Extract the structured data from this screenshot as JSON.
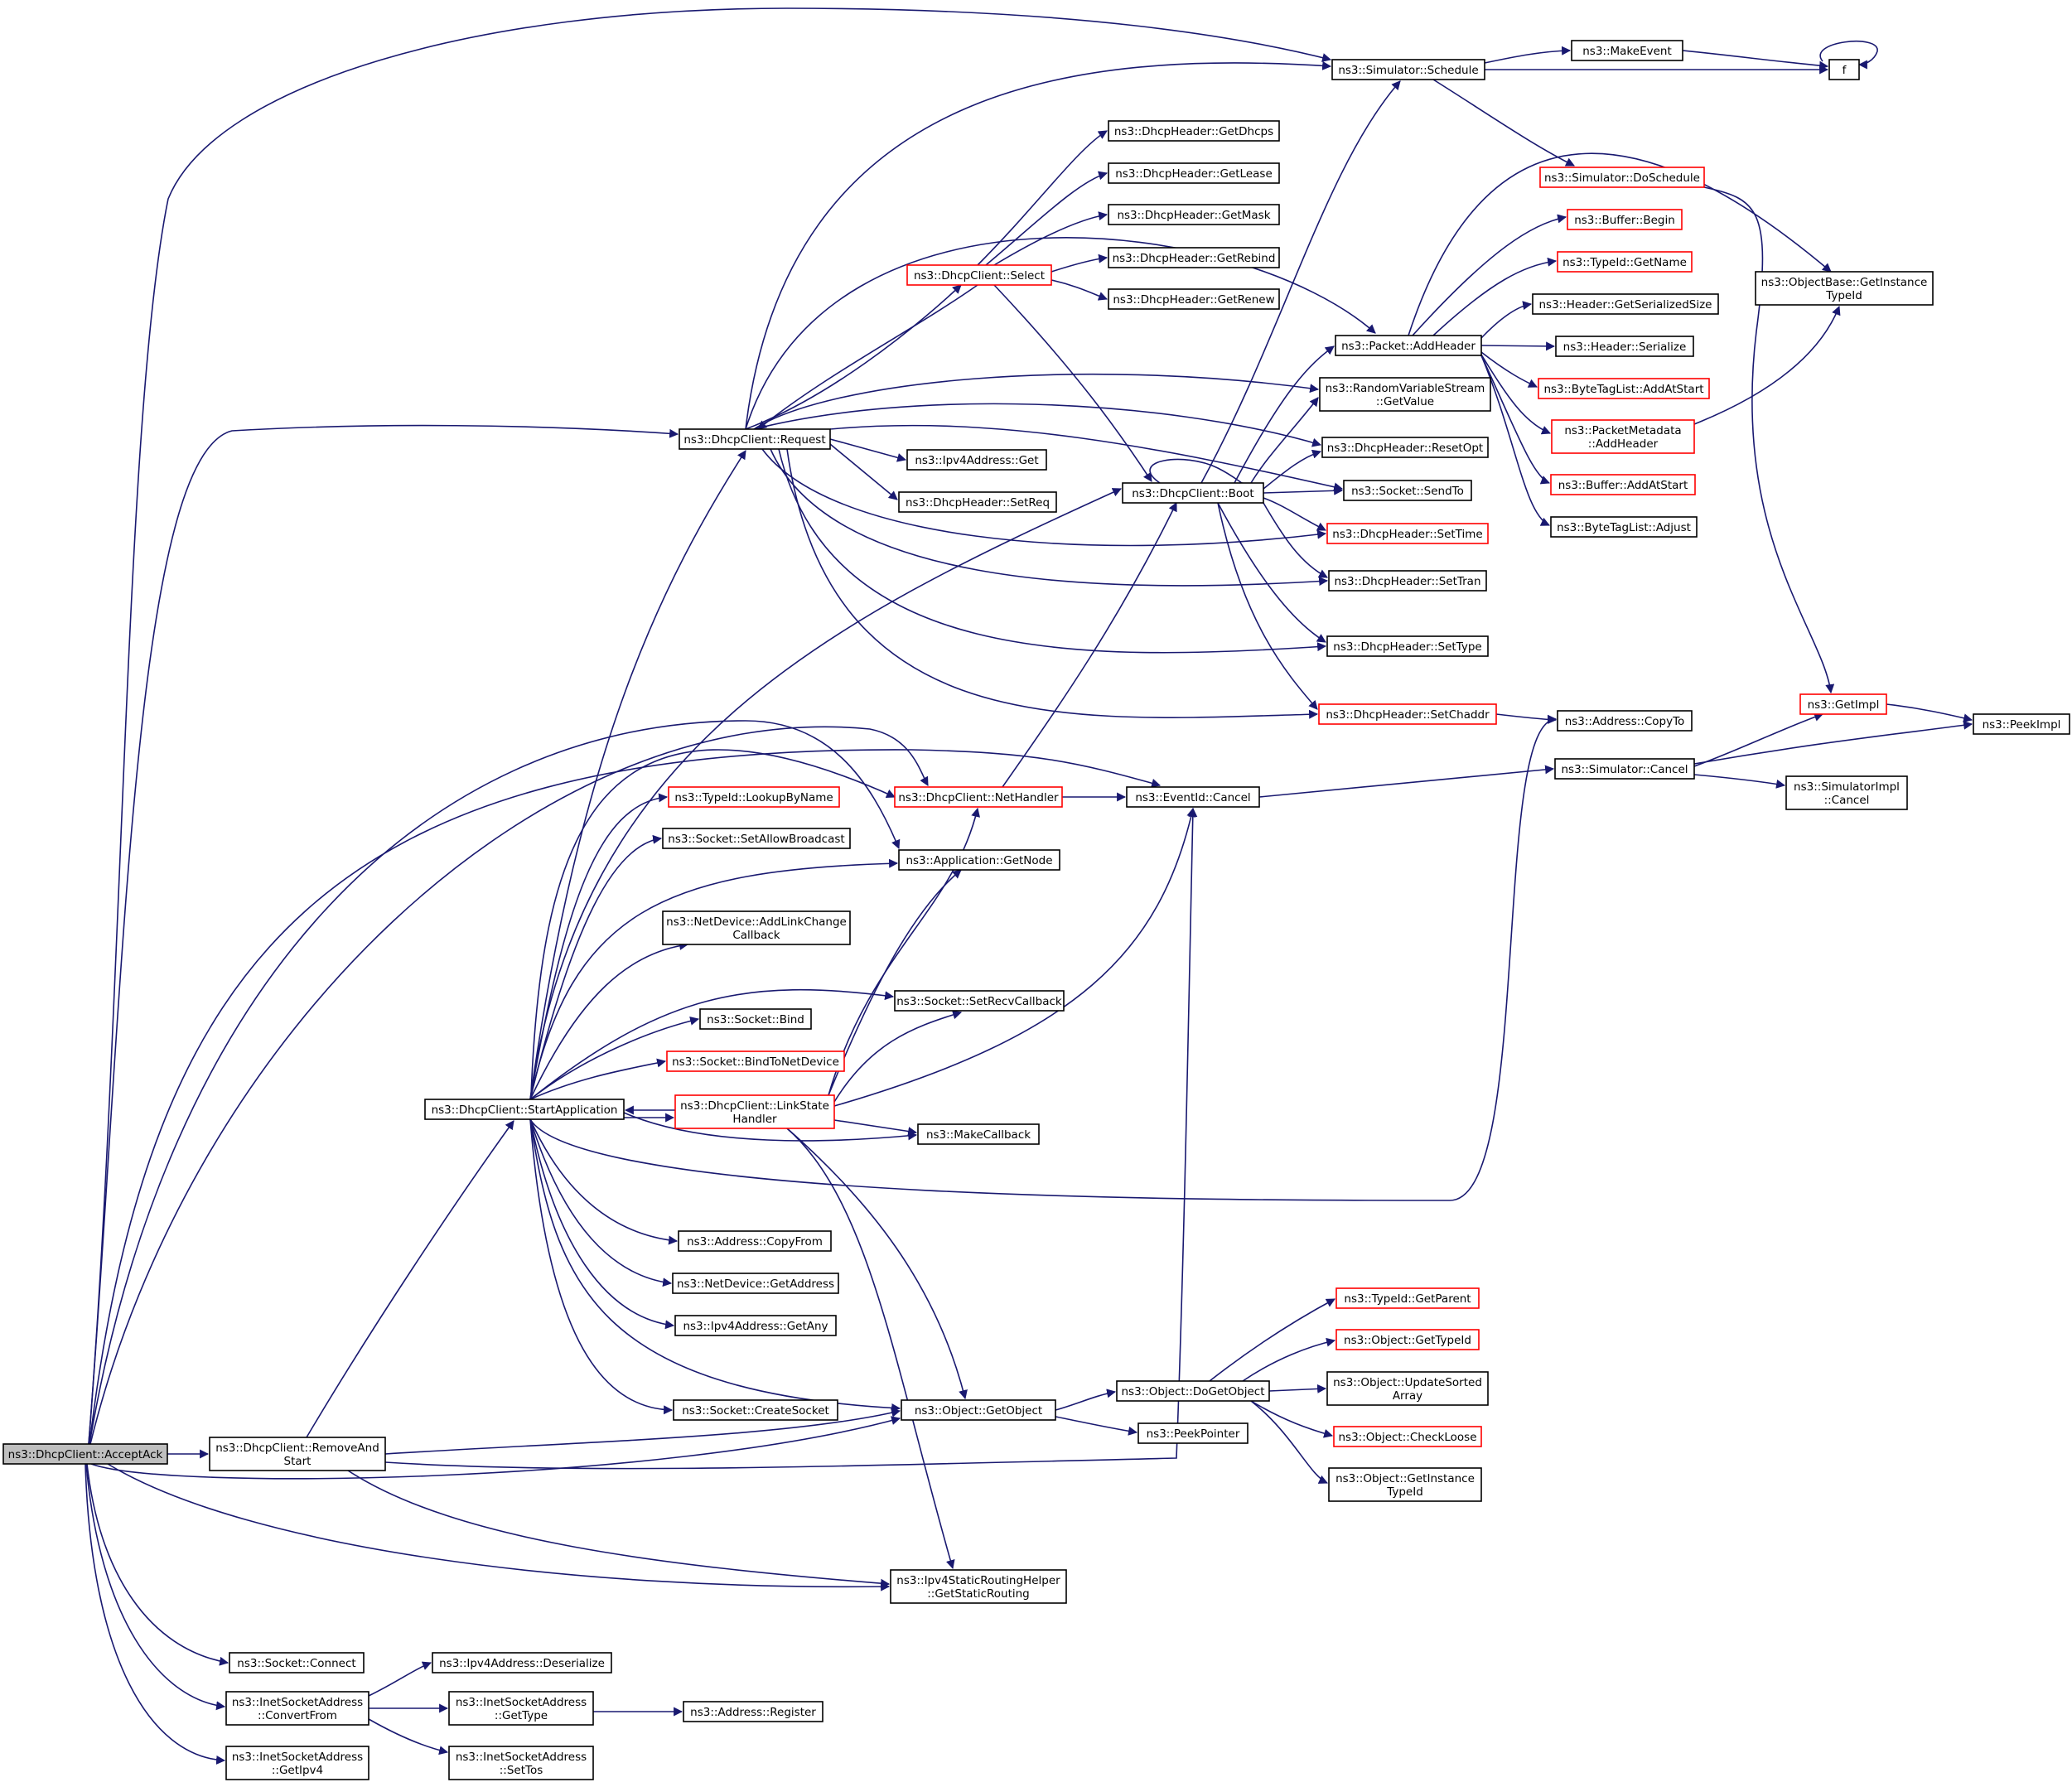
{
  "colors": {
    "edge": "#191970",
    "node_border": "#000000",
    "node_border_truncated": "#ff0000",
    "node_fill": "#ffffff",
    "root_fill": "#bfbfbf"
  },
  "nodes": [
    {
      "id": "acceptack",
      "lines": [
        "ns3::DhcpClient::AcceptAck"
      ],
      "root": true
    },
    {
      "id": "removeandstart",
      "lines": [
        "ns3::DhcpClient::RemoveAnd",
        "Start"
      ]
    },
    {
      "id": "connect",
      "lines": [
        "ns3::Socket::Connect"
      ]
    },
    {
      "id": "convertfrom",
      "lines": [
        "ns3::InetSocketAddress",
        "::ConvertFrom"
      ]
    },
    {
      "id": "getipv4",
      "lines": [
        "ns3::InetSocketAddress",
        "::GetIpv4"
      ]
    },
    {
      "id": "ipv4deserialize",
      "lines": [
        "ns3::Ipv4Address::Deserialize"
      ]
    },
    {
      "id": "gettype",
      "lines": [
        "ns3::InetSocketAddress",
        "::GetType"
      ]
    },
    {
      "id": "settos",
      "lines": [
        "ns3::InetSocketAddress",
        "::SetTos"
      ]
    },
    {
      "id": "register",
      "lines": [
        "ns3::Address::Register"
      ]
    },
    {
      "id": "startapplication",
      "lines": [
        "ns3::DhcpClient::StartApplication"
      ]
    },
    {
      "id": "request",
      "lines": [
        "ns3::DhcpClient::Request"
      ]
    },
    {
      "id": "lookupbyname",
      "lines": [
        "ns3::TypeId::LookupByName"
      ],
      "red": true
    },
    {
      "id": "setallowbroadcast",
      "lines": [
        "ns3::Socket::SetAllowBroadcast"
      ]
    },
    {
      "id": "addlinkchange",
      "lines": [
        "ns3::NetDevice::AddLinkChange",
        "Callback"
      ]
    },
    {
      "id": "socketbind",
      "lines": [
        "ns3::Socket::Bind"
      ]
    },
    {
      "id": "bindtonetdevice",
      "lines": [
        "ns3::Socket::BindToNetDevice"
      ],
      "red": true
    },
    {
      "id": "copyfrom",
      "lines": [
        "ns3::Address::CopyFrom"
      ]
    },
    {
      "id": "netdevicegetaddress",
      "lines": [
        "ns3::NetDevice::GetAddress"
      ]
    },
    {
      "id": "ipv4getany",
      "lines": [
        "ns3::Ipv4Address::GetAny"
      ]
    },
    {
      "id": "createsocket",
      "lines": [
        "ns3::Socket::CreateSocket"
      ]
    },
    {
      "id": "select",
      "lines": [
        "ns3::DhcpClient::Select"
      ],
      "red": true
    },
    {
      "id": "nethandler",
      "lines": [
        "ns3::DhcpClient::NetHandler"
      ],
      "red": true
    },
    {
      "id": "linkstatehandler",
      "lines": [
        "ns3::DhcpClient::LinkState",
        "Handler"
      ],
      "red": true
    },
    {
      "id": "ipv4addressget",
      "lines": [
        "ns3::Ipv4Address::Get"
      ]
    },
    {
      "id": "setreq",
      "lines": [
        "ns3::DhcpHeader::SetReq"
      ]
    },
    {
      "id": "getnode",
      "lines": [
        "ns3::Application::GetNode"
      ]
    },
    {
      "id": "setrecvcallback",
      "lines": [
        "ns3::Socket::SetRecvCallback"
      ]
    },
    {
      "id": "makecallback",
      "lines": [
        "ns3::MakeCallback"
      ]
    },
    {
      "id": "getobject",
      "lines": [
        "ns3::Object::GetObject"
      ]
    },
    {
      "id": "getstaticrouting",
      "lines": [
        "ns3::Ipv4StaticRoutingHelper",
        "::GetStaticRouting"
      ]
    },
    {
      "id": "getdhcps",
      "lines": [
        "ns3::DhcpHeader::GetDhcps"
      ]
    },
    {
      "id": "getlease",
      "lines": [
        "ns3::DhcpHeader::GetLease"
      ]
    },
    {
      "id": "getmask",
      "lines": [
        "ns3::DhcpHeader::GetMask"
      ]
    },
    {
      "id": "getrebind",
      "lines": [
        "ns3::DhcpHeader::GetRebind"
      ]
    },
    {
      "id": "getrenew",
      "lines": [
        "ns3::DhcpHeader::GetRenew"
      ]
    },
    {
      "id": "boot",
      "lines": [
        "ns3::DhcpClient::Boot"
      ]
    },
    {
      "id": "eventcancel",
      "lines": [
        "ns3::EventId::Cancel"
      ]
    },
    {
      "id": "dogetobject",
      "lines": [
        "ns3::Object::DoGetObject"
      ]
    },
    {
      "id": "peekpointer",
      "lines": [
        "ns3::PeekPointer"
      ]
    },
    {
      "id": "schedule",
      "lines": [
        "ns3::Simulator::Schedule"
      ]
    },
    {
      "id": "addheader",
      "lines": [
        "ns3::Packet::AddHeader"
      ]
    },
    {
      "id": "getvalue",
      "lines": [
        "ns3::RandomVariableStream",
        "::GetValue"
      ]
    },
    {
      "id": "resetopt",
      "lines": [
        "ns3::DhcpHeader::ResetOpt"
      ]
    },
    {
      "id": "sendto",
      "lines": [
        "ns3::Socket::SendTo"
      ]
    },
    {
      "id": "settime",
      "lines": [
        "ns3::DhcpHeader::SetTime"
      ],
      "red": true
    },
    {
      "id": "settran",
      "lines": [
        "ns3::DhcpHeader::SetTran"
      ]
    },
    {
      "id": "settype",
      "lines": [
        "ns3::DhcpHeader::SetType"
      ]
    },
    {
      "id": "setchaddr",
      "lines": [
        "ns3::DhcpHeader::SetChaddr"
      ],
      "red": true
    },
    {
      "id": "gettypeparent",
      "lines": [
        "ns3::TypeId::GetParent"
      ],
      "red": true
    },
    {
      "id": "objgettypeid",
      "lines": [
        "ns3::Object::GetTypeId"
      ],
      "red": true
    },
    {
      "id": "updatesorted",
      "lines": [
        "ns3::Object::UpdateSorted",
        "Array"
      ]
    },
    {
      "id": "checkloose",
      "lines": [
        "ns3::Object::CheckLoose"
      ],
      "red": true
    },
    {
      "id": "objgetinstancetypeid",
      "lines": [
        "ns3::Object::GetInstance",
        "TypeId"
      ]
    },
    {
      "id": "makeevent",
      "lines": [
        "ns3::MakeEvent"
      ]
    },
    {
      "id": "f",
      "lines": [
        "f"
      ]
    },
    {
      "id": "doschedule",
      "lines": [
        "ns3::Simulator::DoSchedule"
      ],
      "red": true
    },
    {
      "id": "bufferbegin",
      "lines": [
        "ns3::Buffer::Begin"
      ],
      "red": true
    },
    {
      "id": "typeidgetname",
      "lines": [
        "ns3::TypeId::GetName"
      ],
      "red": true
    },
    {
      "id": "getserializedsize",
      "lines": [
        "ns3::Header::GetSerializedSize"
      ]
    },
    {
      "id": "headerserialize",
      "lines": [
        "ns3::Header::Serialize"
      ]
    },
    {
      "id": "bytetagaddatstart",
      "lines": [
        "ns3::ByteTagList::AddAtStart"
      ],
      "red": true
    },
    {
      "id": "packetmetadataaddheader",
      "lines": [
        "ns3::PacketMetadata",
        "::AddHeader"
      ],
      "red": true
    },
    {
      "id": "bufferaddatstart",
      "lines": [
        "ns3::Buffer::AddAtStart"
      ],
      "red": true
    },
    {
      "id": "bytetagadjust",
      "lines": [
        "ns3::ByteTagList::Adjust"
      ]
    },
    {
      "id": "addresscopyto",
      "lines": [
        "ns3::Address::CopyTo"
      ]
    },
    {
      "id": "simulatorcancel",
      "lines": [
        "ns3::Simulator::Cancel"
      ]
    },
    {
      "id": "objectbasegetinstancetypeid",
      "lines": [
        "ns3::ObjectBase::GetInstance",
        "TypeId"
      ]
    },
    {
      "id": "getimpl",
      "lines": [
        "ns3::GetImpl"
      ],
      "red": true
    },
    {
      "id": "peekimpl",
      "lines": [
        "ns3::PeekImpl"
      ]
    },
    {
      "id": "simulatorimplcancel",
      "lines": [
        "ns3::SimulatorImpl",
        "::Cancel"
      ]
    }
  ]
}
